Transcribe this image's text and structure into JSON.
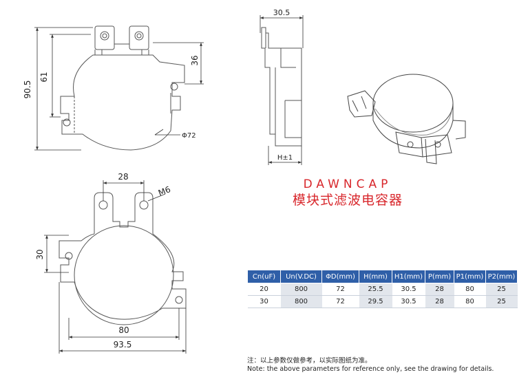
{
  "dimensions": {
    "top_height": "90.5",
    "top_inner": "61",
    "top_right": "36",
    "top_diameter": "Φ72",
    "side_width": "30.5",
    "side_height": "H±1",
    "bottom_pitch": "28",
    "bottom_thread": "M6",
    "bottom_left": "30",
    "bottom_inner_width": "80",
    "bottom_outer_width": "93.5"
  },
  "brand": {
    "name": "DAWNCAP",
    "subtitle": "模块式滤波电容器"
  },
  "table": {
    "headers": [
      "Cn(uF)",
      "Un(V.DC)",
      "ΦD(mm)",
      "H(mm)",
      "H1(mm)",
      "P(mm)",
      "P1(mm)",
      "P2(mm)"
    ],
    "rows": [
      [
        "20",
        "800",
        "72",
        "25.5",
        "30.5",
        "28",
        "80",
        "25"
      ],
      [
        "30",
        "800",
        "72",
        "29.5",
        "30.5",
        "28",
        "80",
        "25"
      ]
    ]
  },
  "notes": {
    "cn": "注：以上参数仅做参考，以实际图纸为准。",
    "en": "Note: the above parameters for reference only, see the drawing for details."
  }
}
